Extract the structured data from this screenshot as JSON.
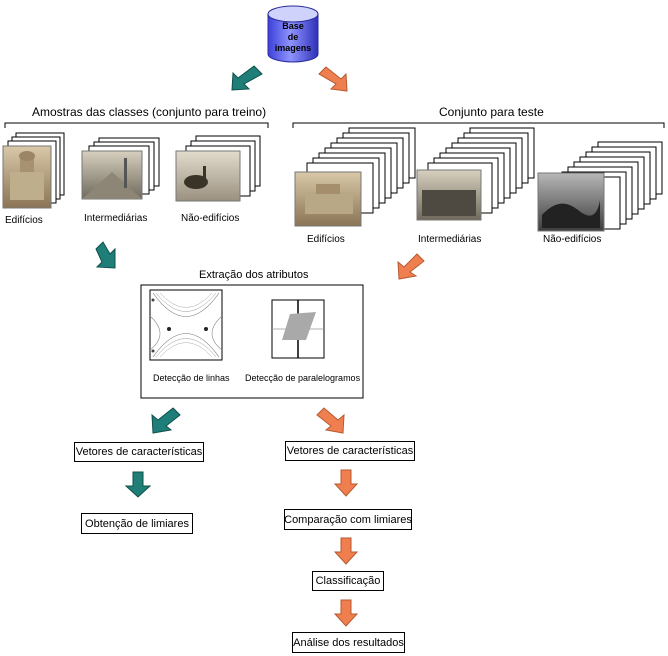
{
  "database": {
    "line1": "Base",
    "line2": "de",
    "line3": "imagens"
  },
  "training": {
    "title": "Amostras das classes (conjunto para treino)",
    "classes": [
      "Edifícios",
      "Intermediárias",
      "Não-edifícios"
    ]
  },
  "testing": {
    "title": "Conjunto para teste",
    "classes": [
      "Edifícios",
      "Intermediárias",
      "Não-edifícios"
    ]
  },
  "extraction": {
    "title": "Extração dos atributos",
    "line_detection": "Detecção de linhas",
    "parallelogram_detection": "Detecção de paralelogramos"
  },
  "left_flow": {
    "feature_vectors": "Vetores de características",
    "threshold_obtain": "Obtenção de limiares"
  },
  "right_flow": {
    "feature_vectors": "Vetores de características",
    "compare": "Comparação com limiares",
    "classify": "Classificação",
    "analysis": "Análise dos resultados"
  },
  "colors": {
    "teal": "#1f7f78",
    "orange": "#f07f4f",
    "db_top": "#c9cdf7",
    "db_body": "#5a5ee6"
  }
}
